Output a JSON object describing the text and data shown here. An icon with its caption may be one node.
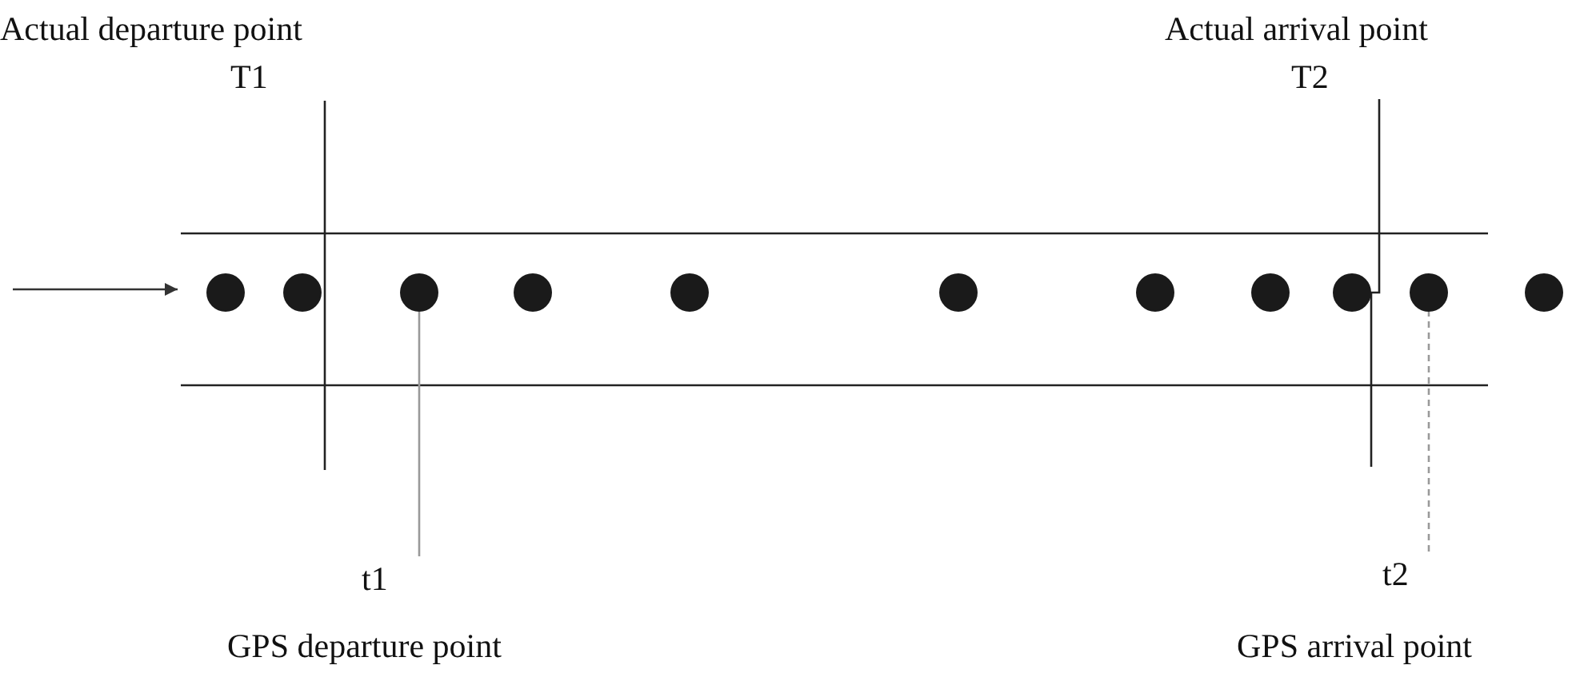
{
  "diagram": {
    "nodes": [
      {
        "text": [],
        "shape": "circle"
      },
      {
        "text": [],
        "shape": "circle"
      },
      {
        "text": [],
        "shape": "circle"
      },
      {
        "text": [],
        "shape": "circle"
      },
      {
        "text": [],
        "shape": "circle"
      },
      {
        "text": [],
        "shape": "circle"
      },
      {
        "text": [],
        "shape": "circle"
      },
      {
        "text": [],
        "shape": "circle"
      },
      {
        "text": [],
        "shape": "circle"
      },
      {
        "text": [],
        "shape": "circle"
      },
      {
        "text": [],
        "shape": "circle"
      },
      {
        "text": [
          "t1"
        ]
      },
      {
        "text": [
          "t2"
        ]
      }
    ],
    "edges": [
      {
        "from": null,
        "to": 0,
        "arrow": "to",
        "color": "#333333"
      },
      {
        "from": 11,
        "to": 2,
        "arrow": "none"
      },
      {
        "from": 12,
        "to": 9,
        "arrow": "none",
        "style": "dashed"
      }
    ],
    "labels": [
      "Actual departure point",
      "Actual arrival point",
      "T1",
      "T2",
      "GPS departure point",
      "GPS arrival point"
    ]
  }
}
